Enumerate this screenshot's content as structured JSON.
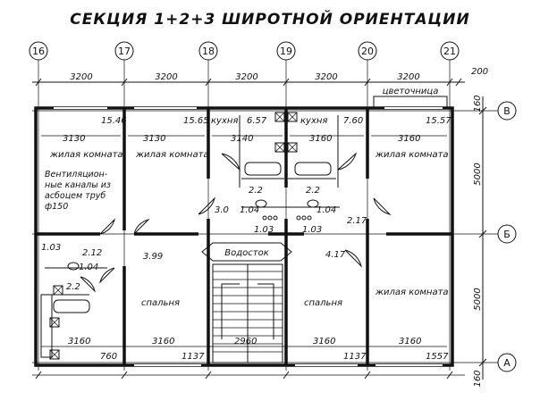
{
  "title": "СЕКЦИЯ 1+2+3 ШИРОТНОЙ ОРИЕНТАЦИИ",
  "axes": {
    "columns": [
      "16",
      "17",
      "18",
      "19",
      "20",
      "21"
    ],
    "rows": [
      "В",
      "Б",
      "А"
    ]
  },
  "dimensions": {
    "top_spans": [
      "3200",
      "3200",
      "3200",
      "3200",
      "3200"
    ],
    "top_offset": "200",
    "right_spans": [
      "5000",
      "5000"
    ],
    "right_offsets": [
      "160",
      "160"
    ],
    "bottom_row_1": [
      "3160",
      "3160",
      "2960",
      "3160",
      "3160"
    ],
    "bottom_row_2": [
      "760",
      "1137",
      "1137",
      "1557"
    ],
    "upper_widths": [
      "3130",
      "3130",
      "3140",
      "3160",
      "3160"
    ]
  },
  "areas": {
    "a1": "15.46",
    "a2": "15.65",
    "a3": "15.57",
    "kitchen_left": "6.57",
    "kitchen_right": "7.60",
    "bath_left": "2.2",
    "bath_right": "2.2",
    "wc_left": "1.04",
    "wc_right": "1.04",
    "small_left": "1.03",
    "small_right": "1.03",
    "hall_left": "3.0",
    "hall_right": "2.17",
    "corr_left": "3.99",
    "corr_right": "4.17",
    "left_wc_a": "1.03",
    "left_wc_b": "1.04",
    "left_hall": "2.12",
    "left_bath": "2.2"
  },
  "rooms": {
    "living": "жилая комната",
    "living_2": "жилая комната",
    "living_3": "жилая комната",
    "living_4": "жилая комната",
    "kitchen": "кухня",
    "bedroom": "спальня",
    "drain": "Водосток",
    "flowerbox": "цветочница"
  },
  "note": "Вентиляцион-ные каналы из асбоцем труб ф150"
}
